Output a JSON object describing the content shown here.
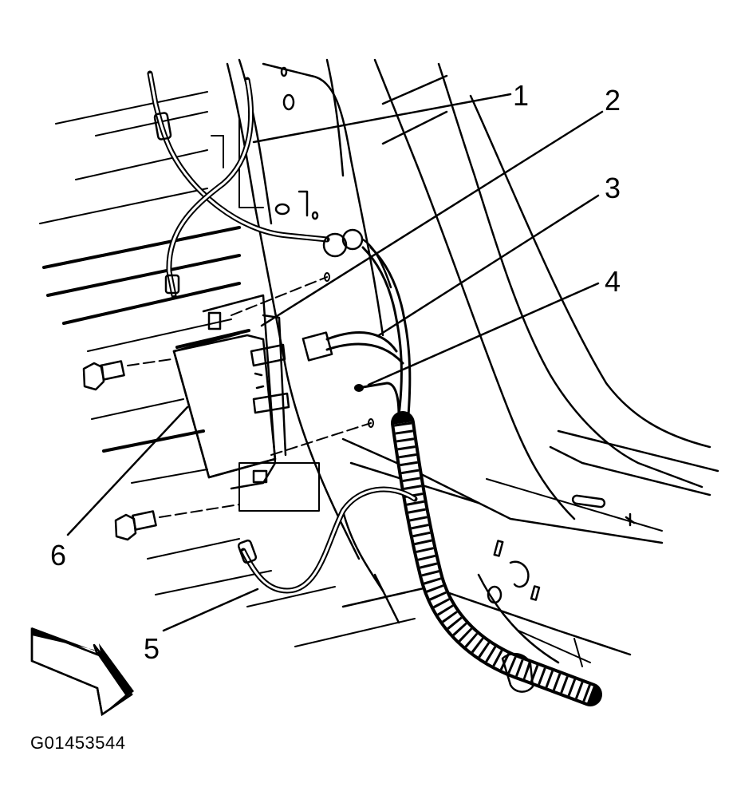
{
  "figure": {
    "id_label": "G01453544"
  },
  "callouts": [
    {
      "number": "1"
    },
    {
      "number": "2"
    },
    {
      "number": "3"
    },
    {
      "number": "4"
    },
    {
      "number": "5"
    },
    {
      "number": "6"
    }
  ],
  "icons": {
    "orientation_arrow": "front-arrow-icon"
  },
  "colors": {
    "ink": "#000000",
    "background": "#ffffff"
  }
}
